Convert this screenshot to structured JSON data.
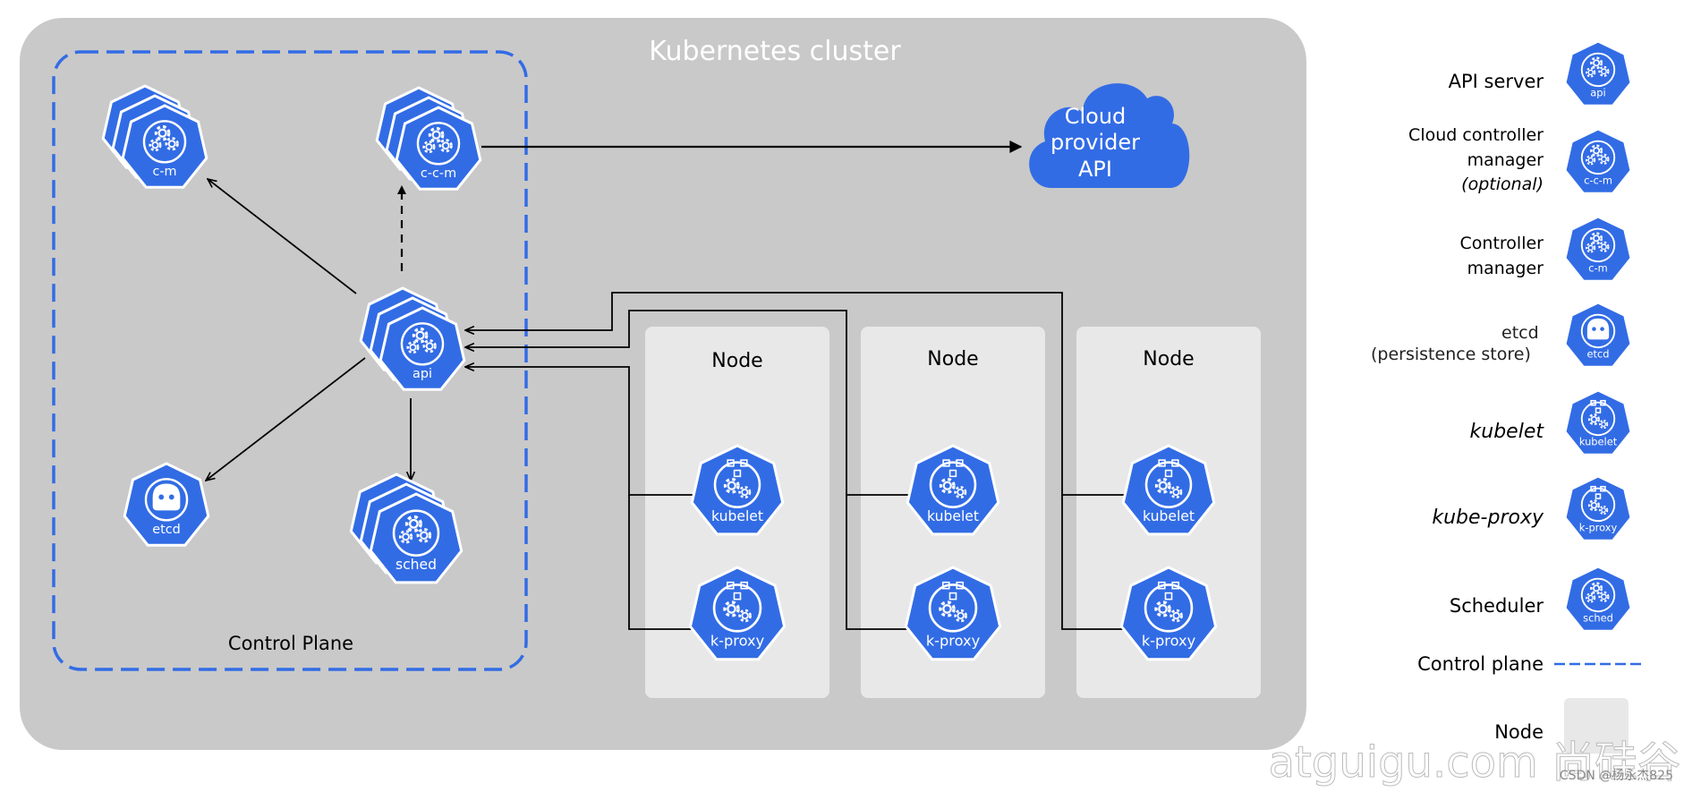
{
  "cluster": {
    "title": "Kubernetes cluster"
  },
  "control_plane": {
    "label": "Control Plane"
  },
  "cloud": {
    "line1": "Cloud",
    "line2": "provider",
    "line3": "API"
  },
  "components": {
    "cm": "c-m",
    "ccm": "c-c-m",
    "api": "api",
    "etcd": "etcd",
    "sched": "sched"
  },
  "nodes": [
    {
      "title": "Node",
      "kubelet": "kubelet",
      "proxy": "k-proxy"
    },
    {
      "title": "Node",
      "kubelet": "kubelet",
      "proxy": "k-proxy"
    },
    {
      "title": "Node",
      "kubelet": "kubelet",
      "proxy": "k-proxy"
    }
  ],
  "legend": {
    "api_server": "API server",
    "ccm_line1": "Cloud controller",
    "ccm_line2": "manager",
    "ccm_line3": "(optional)",
    "cm_line1": "Controller",
    "cm_line2": "manager",
    "etcd_line1": "etcd",
    "etcd_line2": "(persistence store)",
    "kubelet": "kubelet",
    "kube_proxy": "kube-proxy",
    "scheduler": "Scheduler",
    "control_plane": "Control plane",
    "node": "Node",
    "icon_labels": {
      "api": "api",
      "ccm": "c-c-m",
      "cm": "c-m",
      "etcd": "etcd",
      "kubelet": "kubelet",
      "proxy": "k-proxy",
      "sched": "sched"
    }
  },
  "watermark": {
    "text": "atguigu.com 尚硅谷",
    "credit": "CSDN @杨永杰825"
  },
  "colors": {
    "k8s_blue": "#326CE5",
    "cluster_bg": "#C9C9C9",
    "node_bg": "#E8E8E8"
  }
}
